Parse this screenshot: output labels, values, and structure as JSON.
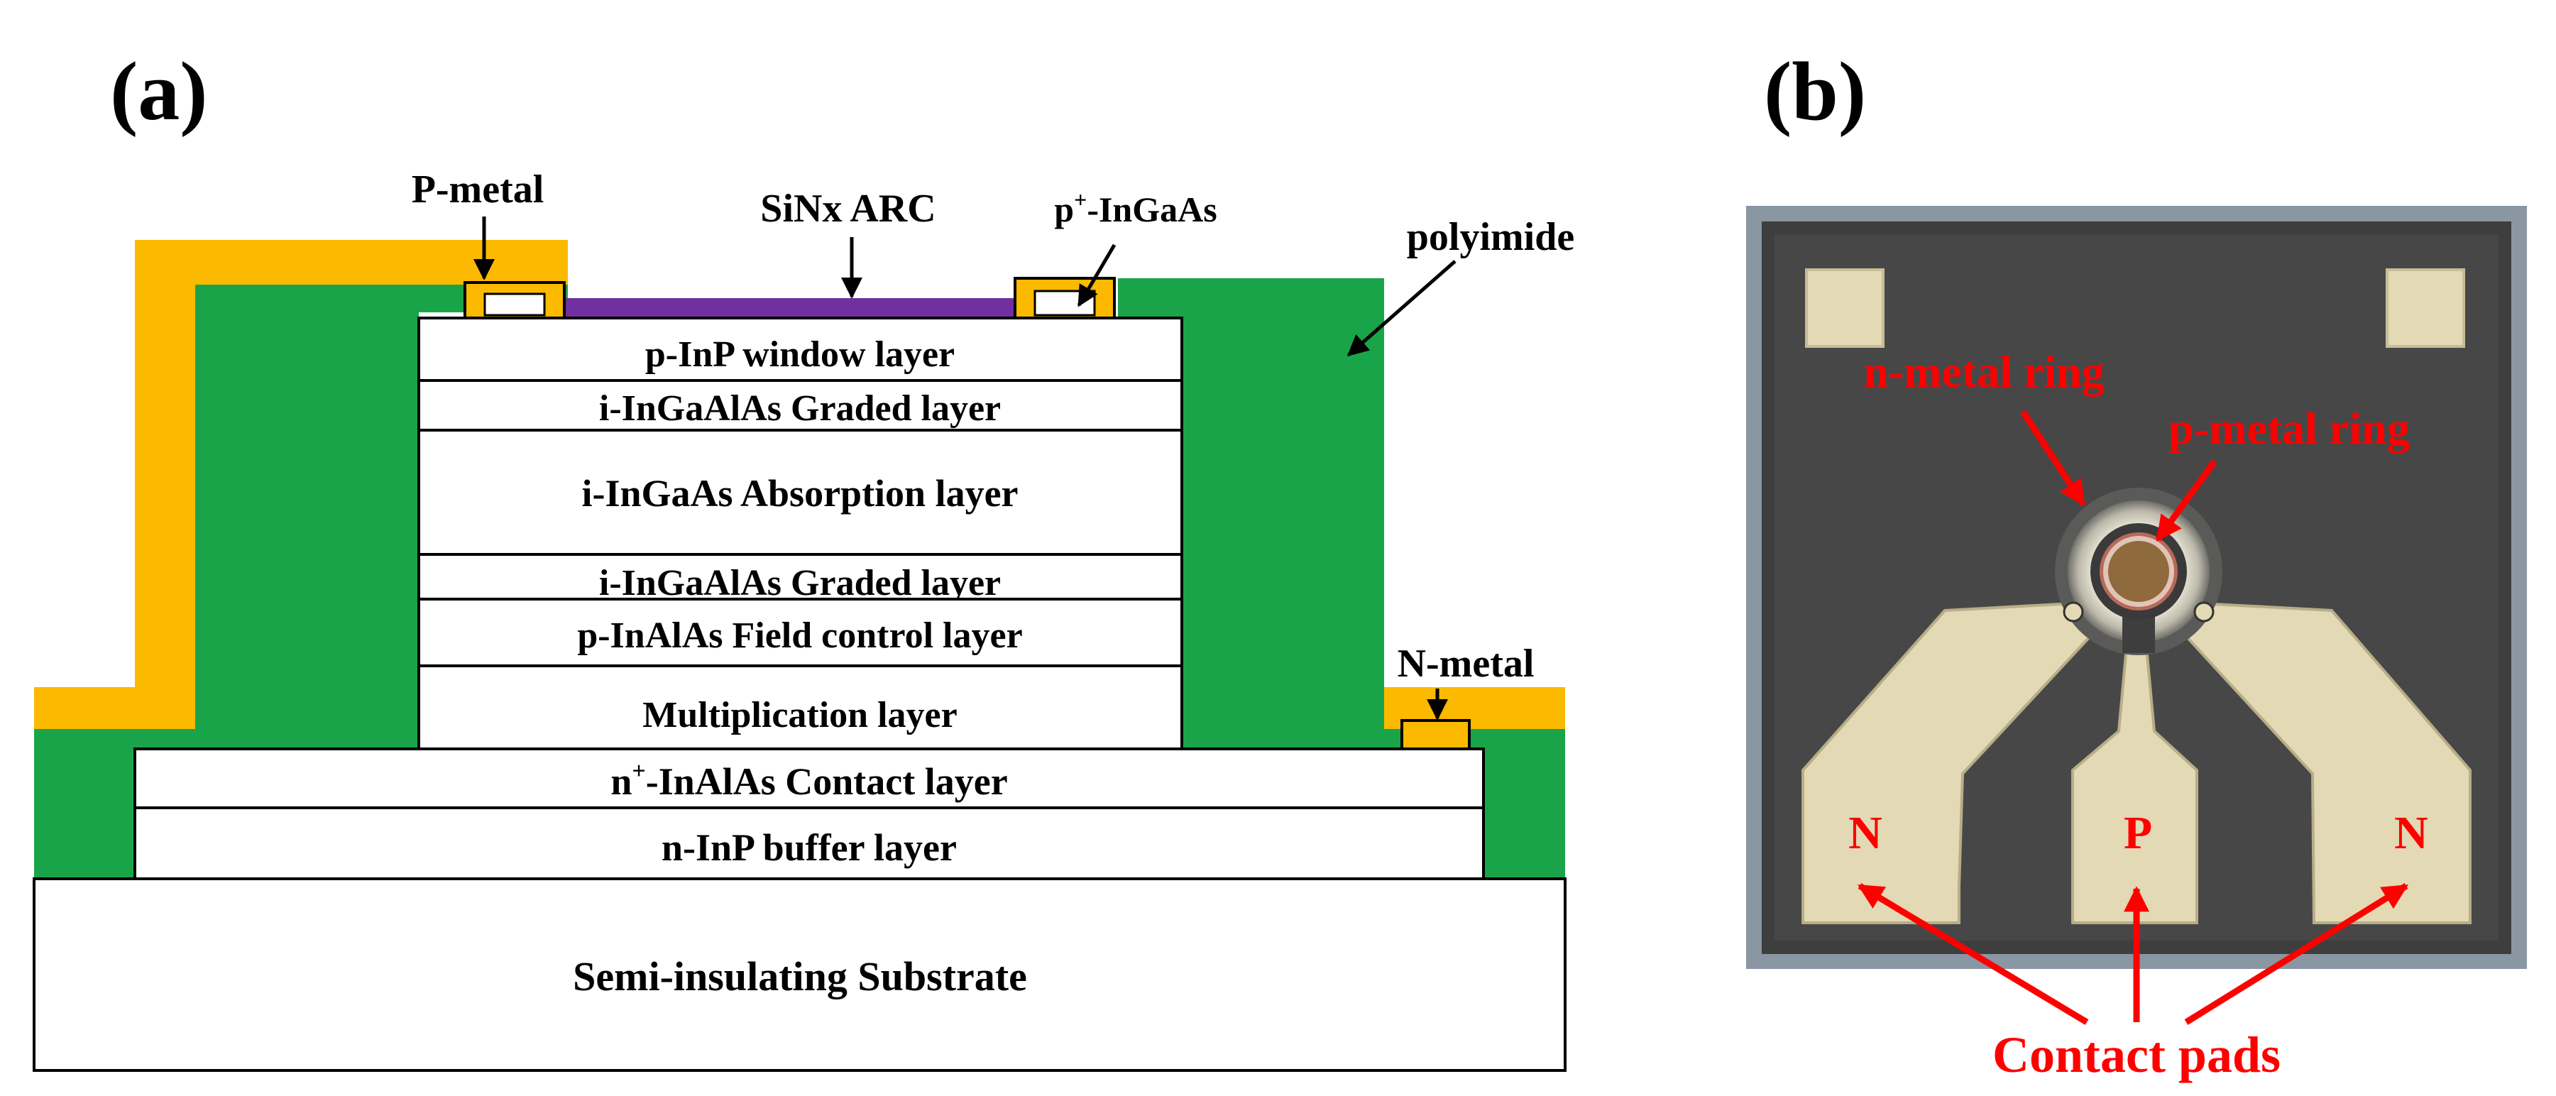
{
  "panel_a": {
    "panel_label": "(a)",
    "layers": {
      "window": "p-InP window layer",
      "graded_top": "i-InGaAlAs Graded layer",
      "absorption": "i-InGaAs Absorption layer",
      "graded_bottom": "i-InGaAlAs Graded layer",
      "field_control": "p-InAlAs Field control layer",
      "multiplication": "Multiplication layer",
      "contact_prefix": "n",
      "contact_sup": "+",
      "contact_suffix": "-InAlAs Contact layer",
      "buffer": "n-InP buffer layer",
      "substrate": "Semi-insulating Substrate"
    },
    "callouts": {
      "p_metal": "P-metal",
      "sinx_arc": "SiNx ARC",
      "p_ingaas_prefix": "p",
      "p_ingaas_sup": "+",
      "p_ingaas_suffix": "-InGaAs",
      "polyimide": "polyimide",
      "n_metal": "N-metal"
    },
    "colors": {
      "polyimide": "#1aa44a",
      "metal": "#fbb900",
      "arc": "#7030a0",
      "layer_fill": "#ffffff",
      "outline": "#000000"
    }
  },
  "panel_b": {
    "panel_label": "(b)",
    "labels": {
      "n_metal_ring": "n-metal ring",
      "p_metal_ring": "p-metal ring",
      "pad_left": "N",
      "pad_center": "P",
      "pad_right": "N",
      "contact_pads": "Contact pads"
    },
    "colors": {
      "background": "#414141",
      "frame": "#8a96a2",
      "pad": "#e3d9b4",
      "annotation": "#ff0000",
      "center_disc": "#8e6a3c"
    }
  }
}
